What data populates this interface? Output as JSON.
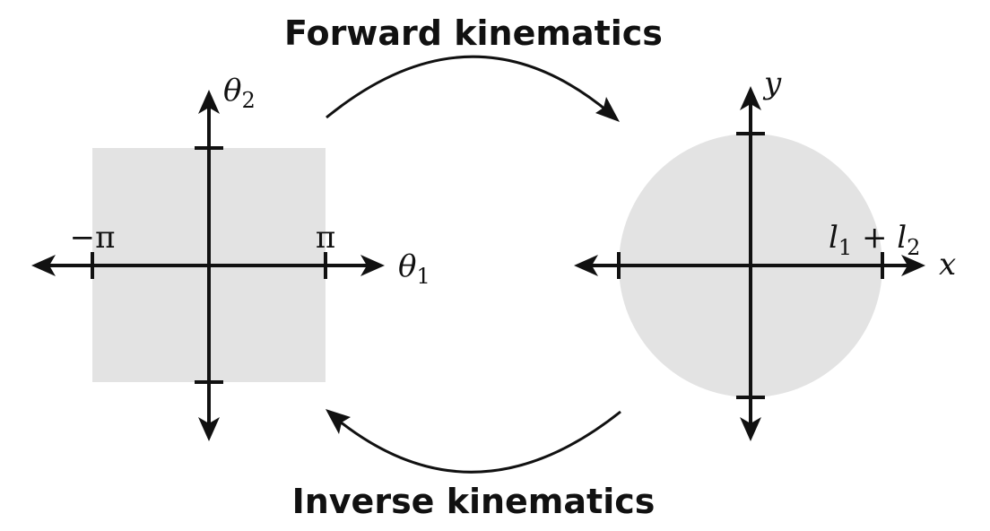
{
  "forward_label": "Forward kinematics",
  "inverse_label": "Inverse kinematics",
  "joint_space": {
    "x_axis": {
      "symbol": "θ",
      "subscript": "1"
    },
    "y_axis": {
      "symbol": "θ",
      "subscript": "2"
    },
    "x_min_label": "−π",
    "x_max_label": "π"
  },
  "task_space": {
    "x_axis": {
      "symbol": "x"
    },
    "y_axis": {
      "symbol": "y"
    },
    "x_max_label": {
      "part1": "l",
      "sub1": "1",
      "op": " + ",
      "part2": "l",
      "sub2": "2"
    }
  },
  "colors": {
    "region_fill": "#e3e3e3",
    "ink": "#111111"
  }
}
